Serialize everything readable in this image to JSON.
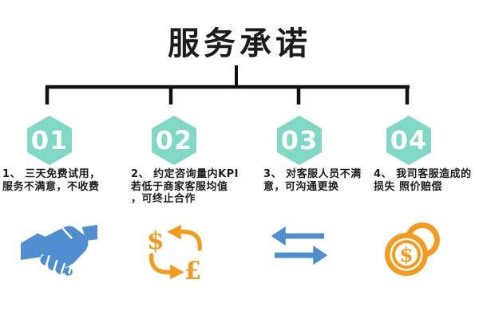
{
  "title": {
    "text": "服务承诺"
  },
  "colors": {
    "hexagon": "#7fd9c5",
    "blue": "#4f8fd0",
    "orange": "#f79b1f",
    "line": "#111111",
    "text": "#1c1c1c"
  },
  "steps": [
    {
      "number": "01",
      "lines": [
        "1、 三天免费试用，",
        "服务不满意，不收费"
      ],
      "icon": "handshake-icon"
    },
    {
      "number": "02",
      "lines": [
        "2、 约定咨询量内KPI",
        "若低于商家客服均值",
        "，可终止合作"
      ],
      "icon": "currency-exchange-icon"
    },
    {
      "number": "03",
      "lines": [
        "3、 对客服人员不满",
        "意，可沟通更换"
      ],
      "icon": "swap-arrows-icon"
    },
    {
      "number": "04",
      "lines": [
        "4、 我司客服造成的",
        "损失 照价赔偿"
      ],
      "icon": "coins-icon"
    }
  ],
  "icons": {
    "currency_exchange": {
      "left_symbol": "$",
      "right_symbol": "£"
    },
    "coins": {
      "symbol": "$"
    }
  }
}
